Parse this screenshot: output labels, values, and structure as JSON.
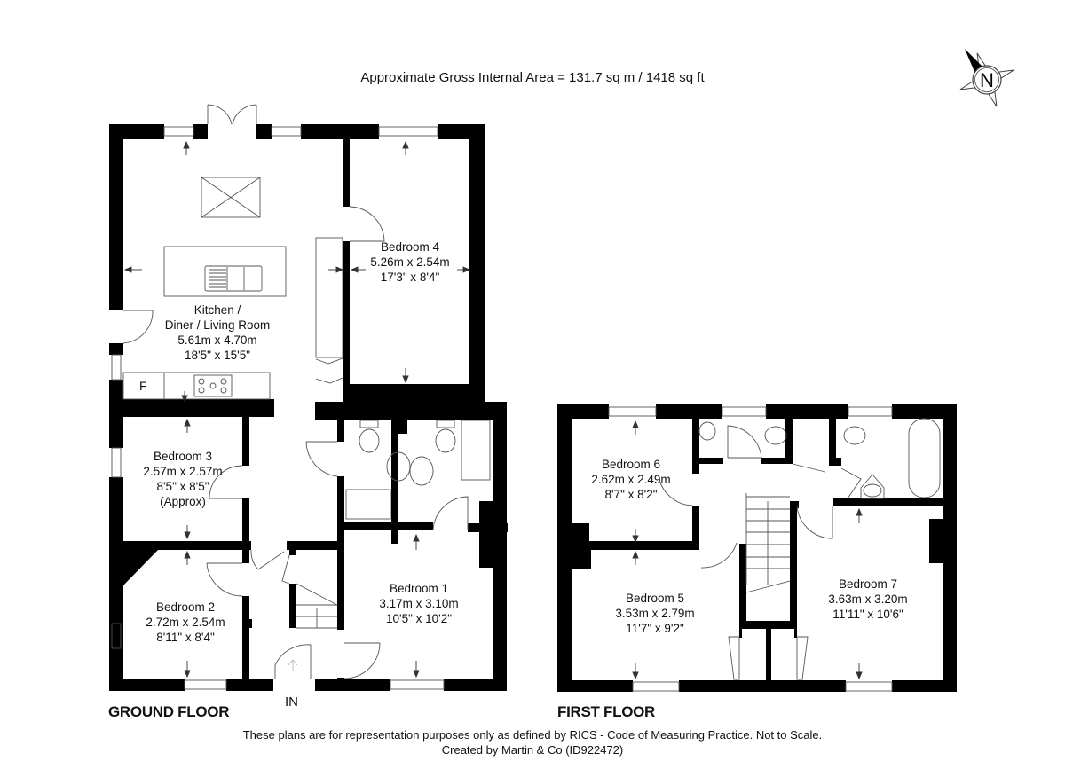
{
  "header": {
    "gross_area": "Approximate Gross Internal Area = 131.7 sq m / 1418 sq ft",
    "compass_label": "N"
  },
  "ground_floor": {
    "label": "GROUND FLOOR",
    "entrance_label": "IN",
    "fridge_label": "F",
    "rooms": [
      {
        "name": "Kitchen /",
        "name2": "Diner / Living Room",
        "metric": "5.61m x 4.70m",
        "imperial": "18'5\" x 15'5\""
      },
      {
        "name": "Bedroom 4",
        "metric": "5.26m x 2.54m",
        "imperial": "17'3\" x 8'4\""
      },
      {
        "name": "Bedroom 3",
        "metric": "2.57m x 2.57m",
        "imperial": "8'5\" x 8'5\"",
        "note": "(Approx)"
      },
      {
        "name": "Bedroom 2",
        "metric": "2.72m x 2.54m",
        "imperial": "8'11\" x 8'4\""
      },
      {
        "name": "Bedroom 1",
        "metric": "3.17m x 3.10m",
        "imperial": "10'5\" x 10'2\""
      }
    ]
  },
  "first_floor": {
    "label": "FIRST FLOOR",
    "rooms": [
      {
        "name": "Bedroom 6",
        "metric": "2.62m x 2.49m",
        "imperial": "8'7\" x 8'2\""
      },
      {
        "name": "Bedroom 5",
        "metric": "3.53m x 2.79m",
        "imperial": "11'7\" x 9'2\""
      },
      {
        "name": "Bedroom 7",
        "metric": "3.63m x 3.20m",
        "imperial": "11'11\" x 10'6\""
      }
    ]
  },
  "footer": {
    "disclaimer": "These plans are for representation purposes only as defined by RICS - Code of Measuring Practice. Not to Scale.",
    "credit": "Created by Martin & Co (ID922472)"
  },
  "colors": {
    "wall": "#000000",
    "fixture_line": "#555555",
    "background": "#ffffff"
  }
}
